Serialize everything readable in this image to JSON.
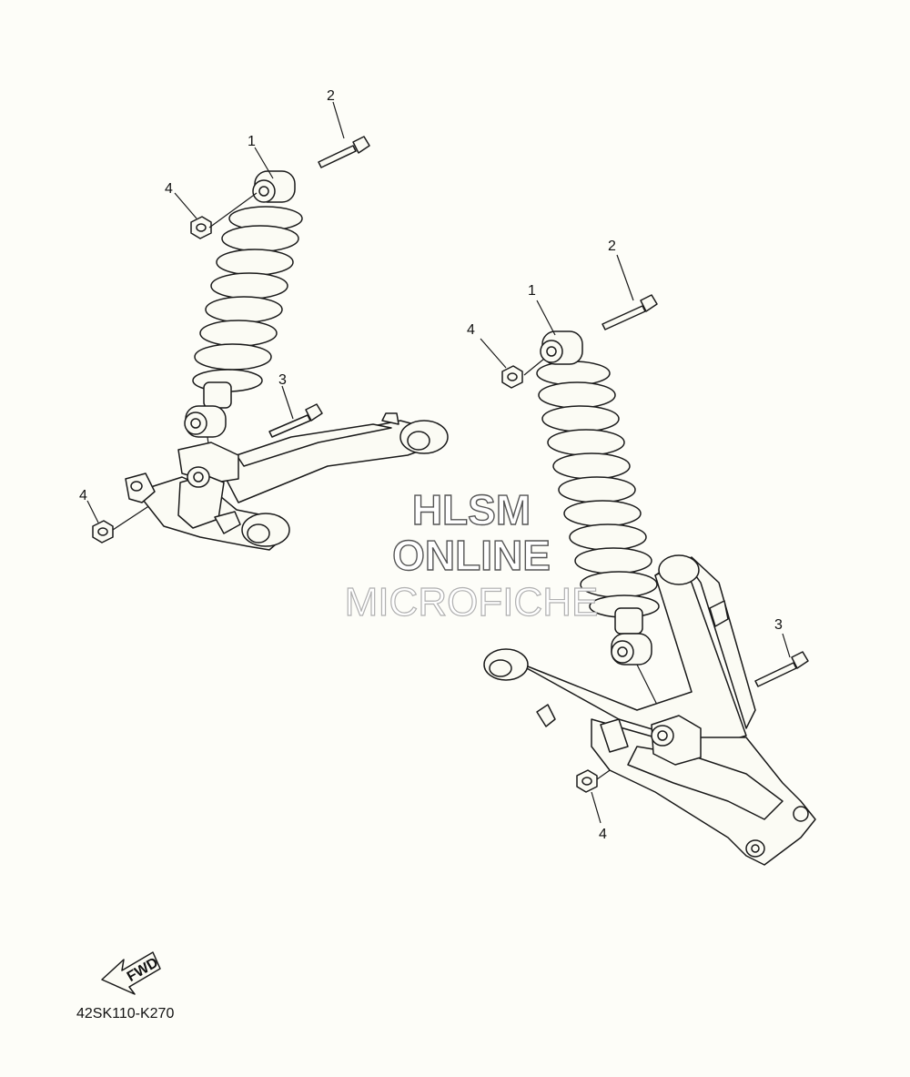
{
  "callouts": {
    "left_1": "1",
    "left_2": "2",
    "left_3": "3",
    "left_4_top": "4",
    "left_4_bottom": "4",
    "right_1": "1",
    "right_2": "2",
    "right_3": "3",
    "right_4_top": "4",
    "right_4_bottom": "4"
  },
  "watermark": {
    "line1": "HLSM",
    "line2": "ONLINE",
    "line3": "MICROFICHE"
  },
  "fwd_label": "FWD",
  "diagram_code": "42SK110-K270",
  "colors": {
    "background": "#fdfdf8",
    "stroke": "#1a1a1a"
  }
}
